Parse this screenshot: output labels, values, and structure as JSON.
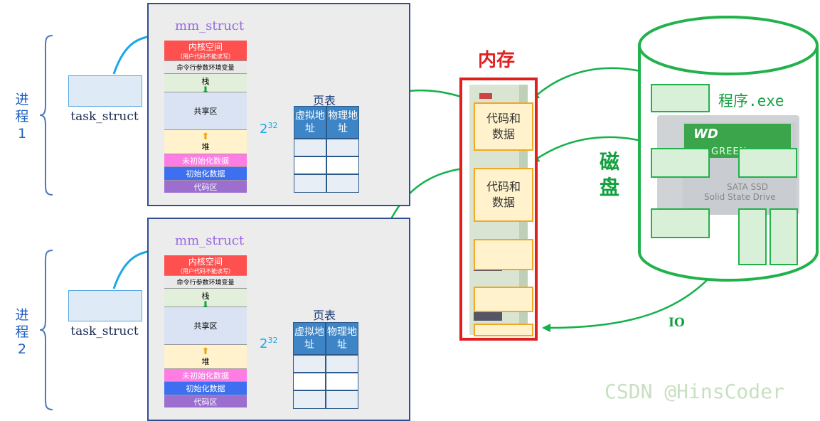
{
  "processes": [
    {
      "label": "进程1",
      "task_struct": "task_struct",
      "mm_struct": "mm_struct",
      "segments": {
        "kernel": "内核空间",
        "kernel_note": "（用户代码不能读写）",
        "args_env": "命令行参数环境变量",
        "stack": "栈",
        "shared": "共享区",
        "heap": "堆",
        "bss": "未初始化数据",
        "data": "初始化数据",
        "text": "代码区"
      },
      "size_base": "2",
      "size_exp": "32",
      "page_table": {
        "title": "页表",
        "col_virtual": "虚拟地址",
        "col_physical": "物理地址"
      }
    },
    {
      "label": "进程2",
      "task_struct": "task_struct",
      "mm_struct": "mm_struct",
      "segments": {
        "kernel": "内核空间",
        "kernel_note": "（用户代码不能读写）",
        "args_env": "命令行参数环境变量",
        "stack": "栈",
        "shared": "共享区",
        "heap": "堆",
        "bss": "未初始化数据",
        "data": "初始化数据",
        "text": "代码区"
      },
      "size_base": "2",
      "size_exp": "32",
      "page_table": {
        "title": "页表",
        "col_virtual": "虚拟地址",
        "col_physical": "物理地址"
      }
    }
  ],
  "memory": {
    "title": "内存",
    "block1": "代码和数据",
    "block2": "代码和数据"
  },
  "disk": {
    "title": "磁盘",
    "program_label": "程序.exe",
    "ssd_brand": "WD",
    "ssd_line": "GREEN",
    "ssd_text1": "SATA SSD",
    "ssd_text2": "Solid State Drive"
  },
  "io_label": "IO",
  "watermark": "CSDN @HinsCoder",
  "colors": {
    "kernel": "#ff5050",
    "stack": "#e2efda",
    "shared": "#dae3f3",
    "heap": "#fff2cc",
    "bss": "#ff7ce5",
    "data": "#3d6ff0",
    "text": "#9b6ed0",
    "arrow_blue": "#1aa8e8",
    "arrow_green": "#14b04a",
    "memory_border": "#e02020"
  }
}
